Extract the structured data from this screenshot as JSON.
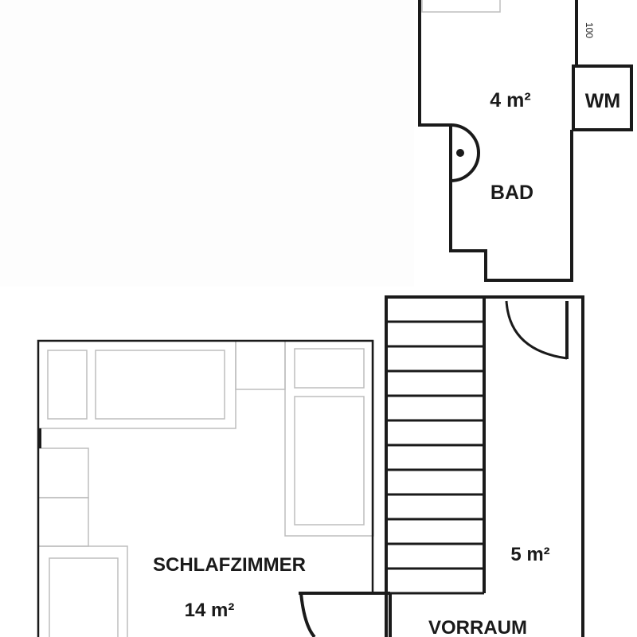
{
  "rooms": {
    "bad": {
      "name": "BAD",
      "area": "4 m²"
    },
    "wm": {
      "label": "WM"
    },
    "schlafzimmer": {
      "name": "SCHLAFZIMMER",
      "area": "14 m²"
    },
    "vorraum": {
      "name": "VORRAUM",
      "area": "5 m²"
    }
  },
  "dimensions": {
    "bad_right_wall": "100"
  },
  "stairs": {
    "step_count": 12
  },
  "colors": {
    "wall": "#1a1a1a",
    "furniture": "#bdbdbd"
  }
}
